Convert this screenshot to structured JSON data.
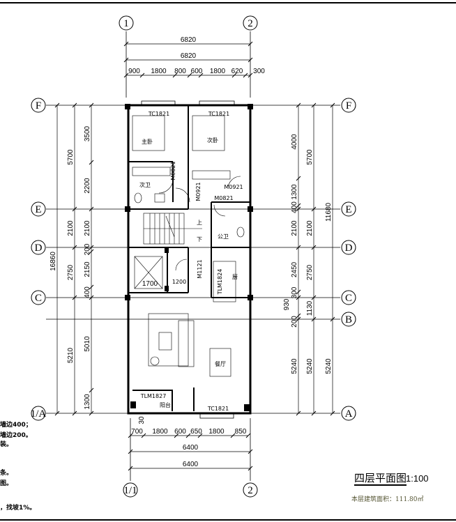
{
  "drawing": {
    "title": "四层平面图",
    "scale": "1:100",
    "area_text": "本层建筑面积：111.80㎡",
    "axes": {
      "top_left": "1",
      "top_right": "2",
      "bottom_left": "1/1",
      "bottom_right": "2",
      "rows": [
        "F",
        "E",
        "D",
        "C",
        "B",
        "A"
      ],
      "left_bottom": "1/A"
    },
    "top_dims": {
      "total1": "6820",
      "total2": "6820",
      "segments": [
        "900",
        "1800",
        "800",
        "600",
        "1800",
        "620",
        "300"
      ]
    },
    "bottom_dims": {
      "total1": "6400",
      "total2": "6400",
      "segments": [
        "700",
        "1800",
        "600",
        "650",
        "1800",
        "850"
      ],
      "offset": "30"
    },
    "left_dims": {
      "total": "16860",
      "mid": [
        "5700",
        "2100",
        "2750",
        "5210"
      ],
      "inner": [
        "3500",
        "2200",
        "2100",
        "200",
        "2150",
        "400",
        "5010",
        "1300"
      ]
    },
    "right_dims": {
      "inner": [
        "4000",
        "1300",
        "400",
        "2100",
        "2450",
        "300",
        "930",
        "200",
        "5240"
      ],
      "mid": [
        "5700",
        "2100",
        "2750",
        "1130",
        "5240"
      ],
      "outer": [
        "11680",
        "5240"
      ]
    },
    "openings": [
      "TC1821",
      "TC1821",
      "M0821",
      "M0921",
      "M0921",
      "M0821",
      "M1121",
      "TLM1824",
      "TLM1827",
      "TC1821"
    ],
    "rooms": [
      "主卧",
      "次卧",
      "次卫",
      "公卫",
      "厨",
      "餐厅",
      "阳台"
    ],
    "stair": {
      "up": "上",
      "down": "下"
    },
    "elevator_size": "1700",
    "small_label": "1200"
  },
  "notes": [
    "墙边400；",
    "墙边200。",
    "装。",
    "条。",
    "图。",
    "，找坡1%。"
  ]
}
